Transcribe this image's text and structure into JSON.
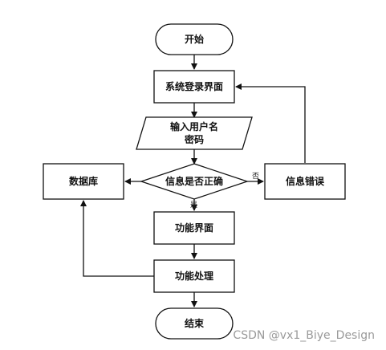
{
  "nodes": {
    "start": "开始",
    "login": "系统登录界面",
    "input_line1": "输入用户名",
    "input_line2": "密码",
    "decision": "信息是否正确",
    "database": "数据库",
    "error": "信息错误",
    "function_ui": "功能界面",
    "function_process": "功能处理",
    "end": "结束"
  },
  "edge_labels": {
    "no": "否",
    "yes": "是"
  },
  "watermark": "CSDN @vx1_Biye_Design"
}
